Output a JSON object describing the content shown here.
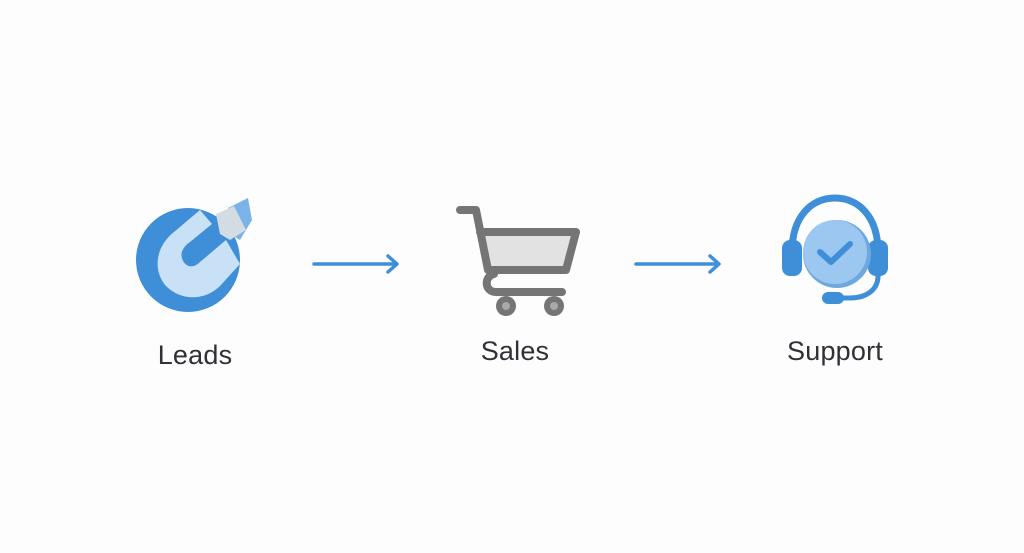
{
  "diagram": {
    "title": "",
    "nodes": [
      {
        "id": "leads",
        "label": "Leads",
        "icon": "magnet-icon"
      },
      {
        "id": "sales",
        "label": "Sales",
        "icon": "shopping-cart-icon"
      },
      {
        "id": "support",
        "label": "Support",
        "icon": "headset-check-icon"
      }
    ],
    "edges": [
      {
        "from": "leads",
        "to": "sales",
        "icon": "arrow-right-icon"
      },
      {
        "from": "sales",
        "to": "support",
        "icon": "arrow-right-icon"
      }
    ],
    "colors": {
      "background": "#fdfdfd",
      "primary_blue": "#3f8fd8",
      "light_blue": "#c9e1f6",
      "check_circle": "#8ec0ee",
      "cart_gray": "#757575",
      "cart_fill": "#e2e2e2",
      "label_text": "#2f3136",
      "arrow": "#3f8fd8"
    }
  }
}
